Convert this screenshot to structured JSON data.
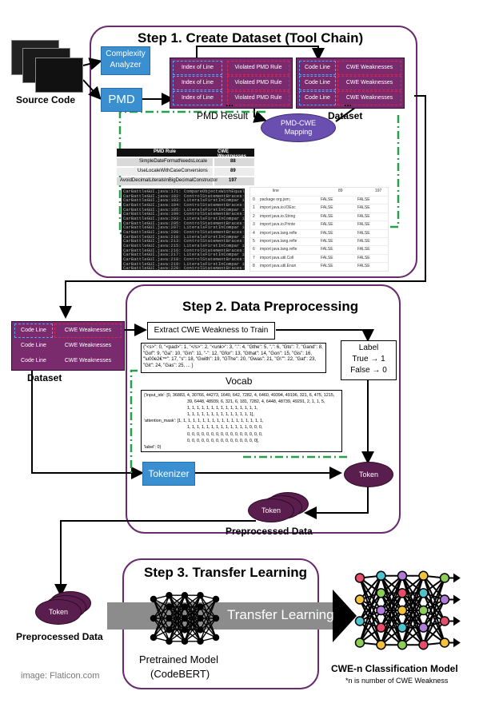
{
  "step1": {
    "title": "Step 1. Create Dataset (Tool Chain)",
    "source_code_label": "Source Code",
    "complexity_analyzer": "Complexity Analyzer",
    "pmd": "PMD",
    "pmd_result": "PMD Result",
    "mapping": "PMD-CWE Mapping",
    "dataset": "Dataset",
    "pmd_table_cols": [
      "Index of Line",
      "Violated PMD Rule"
    ],
    "dataset_table_cols": [
      "Code Line",
      "CWE Weaknesses"
    ],
    "ellipsis": "...",
    "rule_table": {
      "headers": [
        "PMD Rule",
        "CWE Weaknesses"
      ],
      "rows": [
        [
          "SimpleDateFormatNeedsLocale",
          "88"
        ],
        [
          "UseLocaleWithCaseConversions",
          "89"
        ],
        [
          "AvoidDecimalLiteralsInBigDecimalConstructor",
          "197"
        ]
      ]
    },
    "result_lines": [
      "CarBattleGUI.java:171: CompareObjectsWithEquals:",
      "CarBattleGUI.java:182: ControlStatementBraces: Thi",
      "CarBattleGUI.java:183: LiteralsFirstInCompar isons",
      "CarBattleGUI.java:184: ControlStatementBraces: Thi",
      "CarBattleGUI.java:185: LiteralsFirstInCompar isons",
      "CarBattleGUI.java:199: ControlStatementBraces: Thi",
      "CarBattleGUI.java:203: LiteralsFirstInCompar isons",
      "CarBattleGUI.java:205: ControlStatementBraces: Thi",
      "CarBattleGUI.java:207: LiteralsFirstInCompar isons",
      "CarBattleGUI.java:208: ControlStatementBraces: Thi",
      "CarBattleGUI.java:210: LiteralsFirstInCompar isons",
      "CarBattleGUI.java:213: ControlStatementBraces: Thi",
      "CarBattleGUI.java:215: LiteralsFirstInCompar isons",
      "CarBattleGUI.java:216: ControlStatementBraces: Thi",
      "CarBattleGUI.java:217: LiteralsFirstInCompar isons",
      "CarBattleGUI.java:218: ControlStatementBraces: Thi",
      "CarBattleGUI.java:219: LiteralsFirstInCompar isons",
      "CarBattleGUI.java:220: ControlStatementBraces: Thi"
    ],
    "dataset_sheet": {
      "headers": [
        "line",
        "89",
        "197"
      ],
      "rows": [
        [
          "0",
          "package org.jsm;",
          "FALSE",
          "FALSE"
        ],
        [
          "1",
          "import java.io.IOExc",
          "FALSE",
          "FALSE"
        ],
        [
          "2",
          "import java.io.String",
          "FALSE",
          "FALSE"
        ],
        [
          "3",
          "import java.io.Printe",
          "FALSE",
          "FALSE"
        ],
        [
          "4",
          "import java.lang.refle",
          "FALSE",
          "FALSE"
        ],
        [
          "5",
          "import java.lang.refle",
          "FALSE",
          "FALSE"
        ],
        [
          "6",
          "import java.lang.refle",
          "FALSE",
          "FALSE"
        ],
        [
          "7",
          "import java.util.Coll",
          "FALSE",
          "FALSE"
        ],
        [
          "8",
          "import java.util.Enun",
          "FALSE",
          "FALSE"
        ]
      ]
    }
  },
  "step2": {
    "title": "Step 2. Data Preprocessing",
    "dataset": "Dataset",
    "extract": "Extract CWE Weakness to Train",
    "label_title": "Label",
    "label_true": "True → 1",
    "label_false": "False → 0",
    "vocab_text": "{\"<s>\": 0, \"<pad>\": 1, \"</s>\": 2, \"<unk>\": 3, \".\": 4, \"Gthe\": 5, \",\": 6, \"Gto\": 7, \"Gand\": 8, \"Gof\": 9, \"Ga\": 10, \"Gin\": 11, \"-\": 12, \"Gfor\": 13, \"Gthat\": 14, \"Gon\": 15, \"Gis\": 16, \"\\u00e2€™\": 17, \"s\": 18, \"Gwith\": 19, \"GThe\": 20, \"Gwas\": 21, \"G\\\"\": 22, \"Gat\": 23, \"Git\": 24, \"Gas\": 25, ... }",
    "vocab_label": "Vocab",
    "encoded_lines": [
      "{'input_ids': [0, 36883, 4, 30766, 44273, 1640, 642, 7282, 4, 6460, 49394, 49196, 321, 6, 475, 1215,",
      "39, 6448, 48939, 6, 321, 6, 181, 7282, 4, 6448, 48739, 49291, 2, 1, 1, 5,",
      "1, 1, 1, 1, 1, 1, 1, 1, 1, 1, 1, 1, 1, 1, 1,",
      "1, 1, 1, 1, 1, 1, 1, 1, 1, 1, 1, 1, 1, 1],",
      "'attention_mask': [1, 1, 1, 1, 1, 1, 1, 1, 1, 1, 1, 1, 1, 1, 1, 1, 1, 1,",
      "1, 1, 1, 1, 1, 1, 1, 1, 1, 1, 1, 1, 1, 0, 0, 0,",
      "0, 0, 0, 0, 0, 0, 0, 0, 0, 0, 0, 0, 0, 0, 0, 0,",
      "0, 0, 0, 0, 0, 0, 0, 0, 0, 0, 0, 0, 0, 0, 0],",
      "'label': 0}"
    ],
    "tokenizer": "Tokenizer",
    "token": "Token",
    "preprocessed": "Preprocessed Data"
  },
  "step3": {
    "title": "Step 3. Transfer Learning",
    "token": "Token",
    "preprocessed": "Preprocessed Data",
    "transfer": "Transfer Learning",
    "pretrained_line1": "Pretrained Model",
    "pretrained_line2": "(CodeBERT)",
    "output_title": "CWE-n Classification Model",
    "output_note": "*n is number of CWE Weakness"
  },
  "credit": "image: Flaticon.com",
  "colors": {
    "step_border": "#6a2a70",
    "cell_purple": "#7a2b6e",
    "blue": "#3a8fd0",
    "token": "#5a1e4e",
    "dashed_green": "#27a04a",
    "mapping": "#6b4fb0",
    "arrow_gray": "#8c8c8c"
  }
}
